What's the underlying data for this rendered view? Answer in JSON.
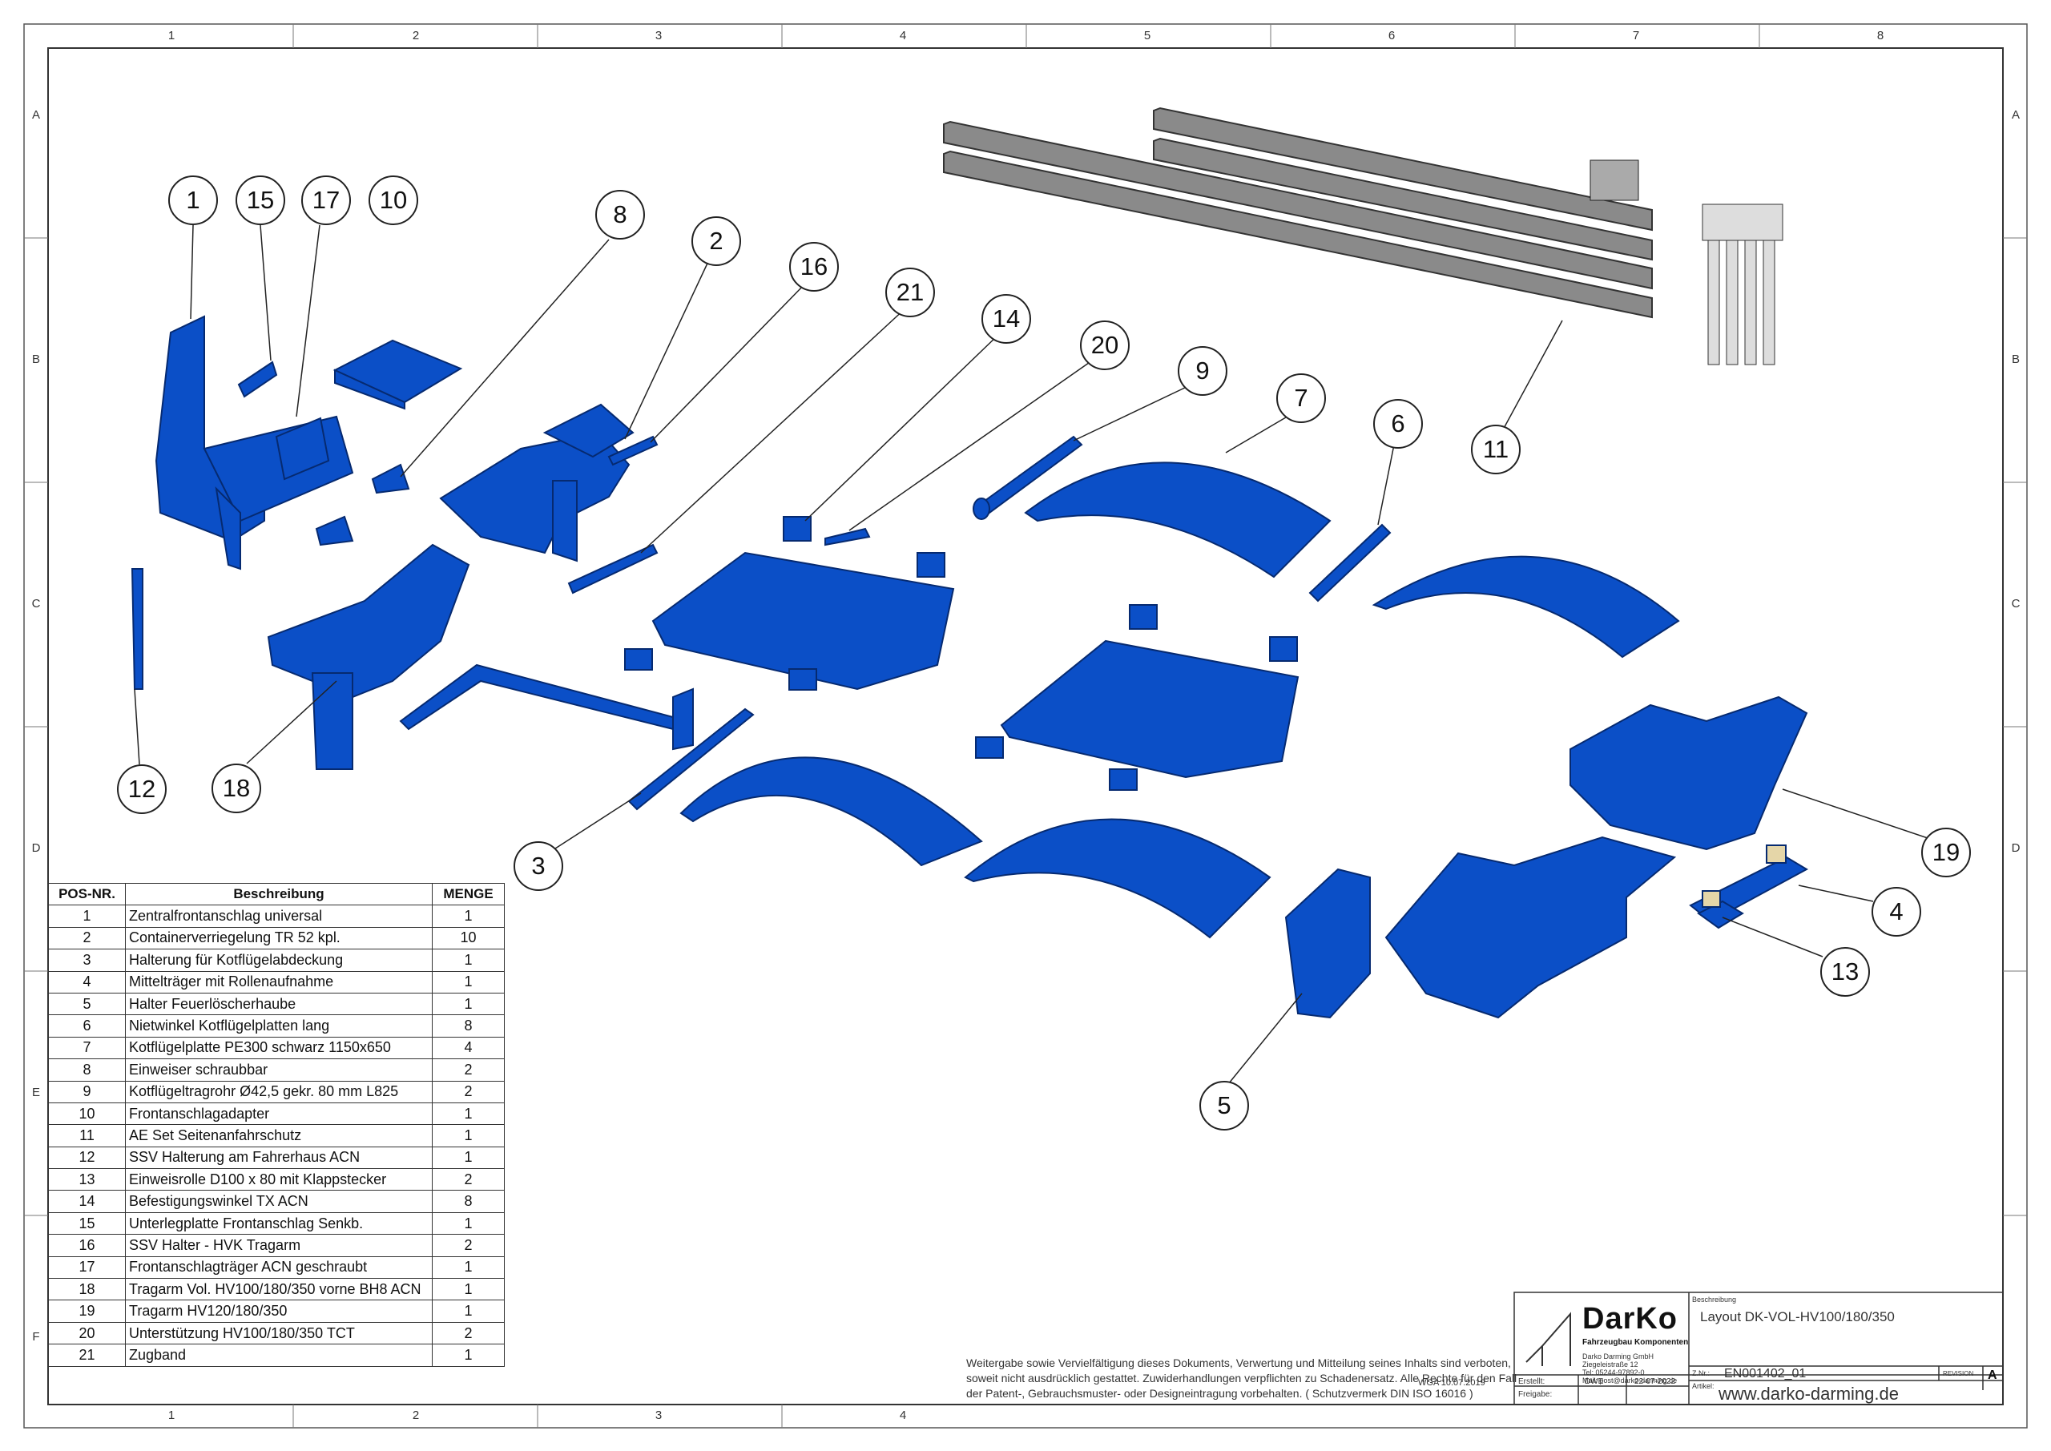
{
  "grid": {
    "columns": [
      "1",
      "2",
      "3",
      "4",
      "5",
      "6",
      "7",
      "8"
    ],
    "rows": [
      "A",
      "B",
      "C",
      "D",
      "E",
      "F"
    ]
  },
  "callouts": [
    "1",
    "15",
    "17",
    "10",
    "8",
    "2",
    "16",
    "21",
    "14",
    "20",
    "9",
    "7",
    "6",
    "11",
    "12",
    "18",
    "3",
    "5",
    "4",
    "13",
    "19"
  ],
  "bom": {
    "headers": {
      "pos": "POS-NR.",
      "desc": "Beschreibung",
      "qty": "MENGE"
    },
    "rows": [
      {
        "pos": "1",
        "desc": "Zentralfrontanschlag universal",
        "qty": "1"
      },
      {
        "pos": "2",
        "desc": "Containerverriegelung TR 52 kpl.",
        "qty": "10"
      },
      {
        "pos": "3",
        "desc": "Halterung für Kotflügelabdeckung",
        "qty": "1"
      },
      {
        "pos": "4",
        "desc": "Mittelträger mit Rollenaufnahme",
        "qty": "1"
      },
      {
        "pos": "5",
        "desc": "Halter Feuerlöscherhaube",
        "qty": "1"
      },
      {
        "pos": "6",
        "desc": "Nietwinkel Kotflügelplatten lang",
        "qty": "8"
      },
      {
        "pos": "7",
        "desc": "Kotflügelplatte PE300 schwarz 1150x650",
        "qty": "4"
      },
      {
        "pos": "8",
        "desc": "Einweiser schraubbar",
        "qty": "2"
      },
      {
        "pos": "9",
        "desc": "Kotflügeltragrohr Ø42,5 gekr. 80 mm L825",
        "qty": "2"
      },
      {
        "pos": "10",
        "desc": "Frontanschlagadapter",
        "qty": "1"
      },
      {
        "pos": "11",
        "desc": "AE Set Seitenanfahrschutz",
        "qty": "1"
      },
      {
        "pos": "12",
        "desc": "SSV Halterung am Fahrerhaus ACN",
        "qty": "1"
      },
      {
        "pos": "13",
        "desc": "Einweisrolle D100 x 80  mit Klappstecker",
        "qty": "2"
      },
      {
        "pos": "14",
        "desc": "Befestigungswinkel TX ACN",
        "qty": "8"
      },
      {
        "pos": "15",
        "desc": "Unterlegplatte Frontanschlag Senkb.",
        "qty": "1"
      },
      {
        "pos": "16",
        "desc": "SSV Halter - HVK Tragarm",
        "qty": "2"
      },
      {
        "pos": "17",
        "desc": "Frontanschlagträger ACN geschraubt",
        "qty": "1"
      },
      {
        "pos": "18",
        "desc": "Tragarm Vol. HV100/180/350 vorne BH8 ACN",
        "qty": "1"
      },
      {
        "pos": "19",
        "desc": "Tragarm HV120/180/350",
        "qty": "1"
      },
      {
        "pos": "20",
        "desc": "Unterstützung HV100/180/350 TCT",
        "qty": "2"
      },
      {
        "pos": "21",
        "desc": "Zugband",
        "qty": "1"
      }
    ]
  },
  "notice": "Weitergabe sowie Vervielfältigung dieses Dokuments, Verwertung und Mitteilung seines Inhalts sind verboten, soweit nicht ausdrücklich gestattet. Zuwiderhandlungen verpflichten zu Schadenersatz. Alle Rechte für den Fall der Patent-, Gebrauchsmuster- oder Designeintragung vorbehalten. ( Schutzvermerk DIN ISO 16016 )",
  "title_block": {
    "logo": "DarKo",
    "logo_sub": "Fahrzeugbau Komponenten",
    "company_lines": [
      "Darko Darming GmbH",
      "Ziegeleistraße 12",
      "Tel: 05244-97892-0",
      "Mail: post@darko-darming.de"
    ],
    "stamp": "WGA    10.07.2019",
    "desc_label": "Beschreibung",
    "description": "Layout DK-VOL-HV100/180/350",
    "znr_label": "Z.Nr.:",
    "drawing_number": "EN001402_01",
    "artikel_label": "Artikel:",
    "revision_label": "REVISION",
    "revision": "A",
    "erstellt_label": "Erstellt:",
    "erstellt_by": "DWE",
    "erstellt_date": "22-07-2022",
    "freigabe_label": "Freigabe:",
    "website": "www.darko-darming.de"
  },
  "colors": {
    "part_blue": "#0b4fc7",
    "part_dark": "#0a3a96",
    "frame": "#222222",
    "rail_grey": "#8a8a8a"
  }
}
